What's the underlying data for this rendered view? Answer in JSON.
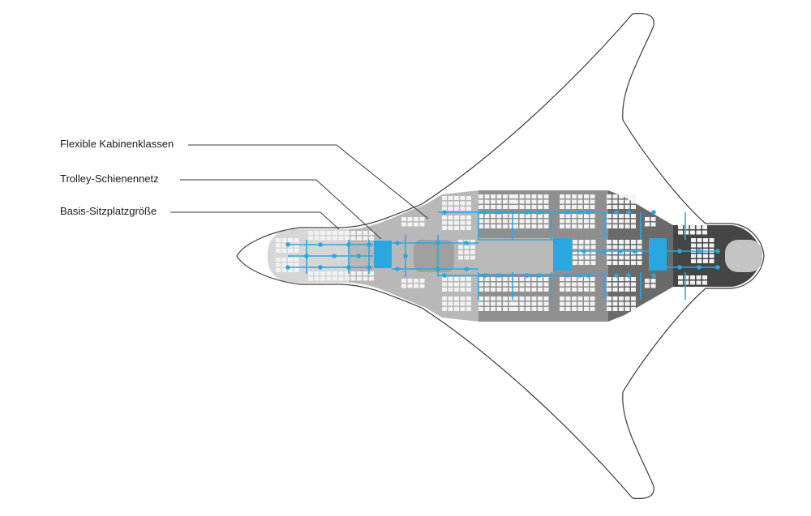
{
  "callouts": [
    {
      "id": "flexible-cabin",
      "text": "Flexible Kabinenklassen"
    },
    {
      "id": "trolley-rail",
      "text": "Trolley-Schienennetz"
    },
    {
      "id": "basic-seat",
      "text": "Basis-Sitzplatzgröße"
    }
  ],
  "colors": {
    "outline": "#3a3a3a",
    "rail": "#29a8e0",
    "nose_cabin": "#d6d6d6",
    "front_cabin": "#b8b8b8",
    "mid_cabin": "#8f8f8f",
    "rear_cabin": "#6a6a6a",
    "tail_cabin": "#454545",
    "seat": "#f2f2f2"
  },
  "icons": {
    "galley_blocks": "rounded-rectangle",
    "trolley_stations": "blue-rectangle"
  }
}
